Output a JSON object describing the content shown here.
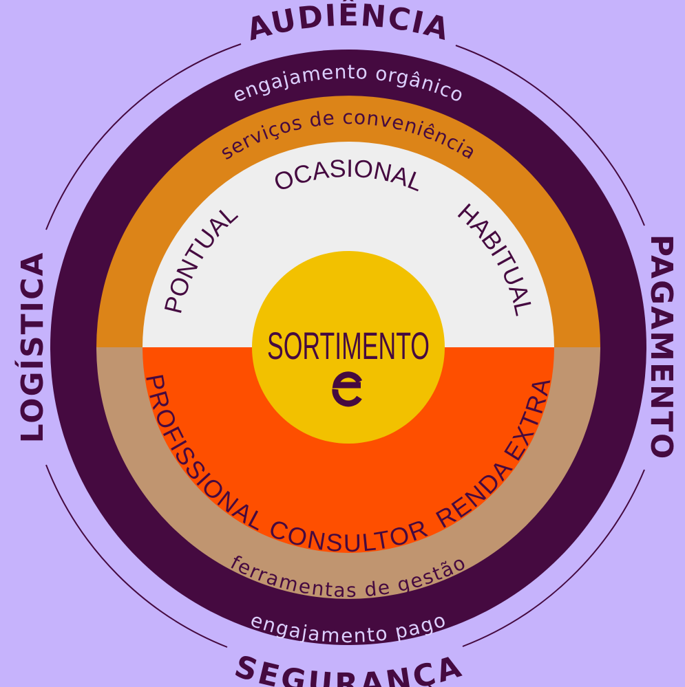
{
  "outer_labels": {
    "top": "AUDIÊNCIA",
    "right": "PAGAMENTO",
    "bottom": "SEGURANÇA",
    "left": "LOGÍSTICA"
  },
  "purple_ring": {
    "top": "engajamento orgânico",
    "bottom": "engajamento pago"
  },
  "middle_ring": {
    "top": "serviços de conveniência",
    "bottom": "ferramentas de gestão"
  },
  "upper_segments": {
    "left": "PONTUAL",
    "center": "OCASIONAL",
    "right": "HABITUAL"
  },
  "lower_segments": {
    "left": "PROFISSIONAL",
    "center": "CONSULTOR",
    "right": "RENDA EXTRA"
  },
  "center": {
    "title": "SORTIMENTO",
    "logo_icon": "e-logo-icon"
  },
  "colors": {
    "background": "#c6b3fc",
    "deep_purple": "#450a40",
    "orange_ring": "#dc8418",
    "tan_ring": "#c09570",
    "light_half": "#eeeeee",
    "red_orange_half": "#fe4f00",
    "yellow_center": "#f2c100"
  }
}
